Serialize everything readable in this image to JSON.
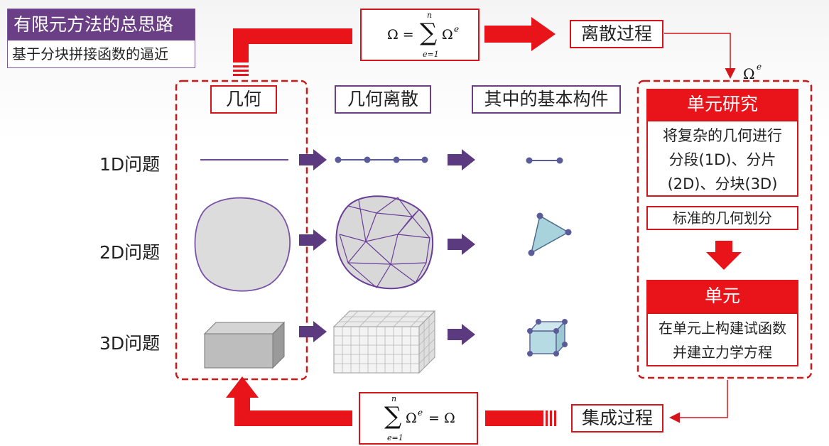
{
  "title": {
    "main": "有限元方法的总思路",
    "sub": "基于分块拼接函数的逼近"
  },
  "columns": {
    "geometry": "几何",
    "discretization": "几何离散",
    "components": "其中的基本构件"
  },
  "rows": [
    "1D问题",
    "2D问题",
    "3D问题"
  ],
  "process": {
    "discretize": "离散过程",
    "assemble": "集成过程"
  },
  "formulas": {
    "top_lhs": "Ω =",
    "top_sum_upper": "n",
    "top_sum_lower": "e=1",
    "top_term": "Ω",
    "top_term_sup": "e",
    "bottom_sum_upper": "n",
    "bottom_sum_lower": "e=1",
    "bottom_term": "Ω",
    "bottom_term_sup": "e",
    "bottom_rhs": "= Ω",
    "element_label": "Ω",
    "element_label_sup": "e"
  },
  "right_panel": {
    "unit_study": "单元研究",
    "unit_study_desc": [
      "将复杂的几何进行",
      "分段(1D)、分片",
      "(2D)、分块(3D)"
    ],
    "standard_division": "标准的几何划分",
    "unit": "单元",
    "unit_desc": [
      "在单元上构建试函数",
      "并建立力学方程"
    ]
  },
  "colors": {
    "red": "#e8141a",
    "purple": "#6b3f86",
    "arrow_purple": "#5b3a80"
  }
}
